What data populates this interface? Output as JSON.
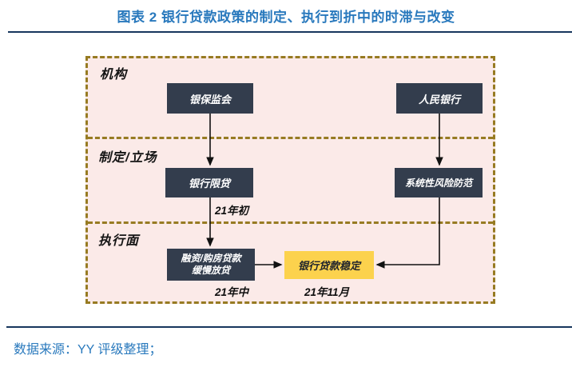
{
  "title": "图表 2 银行贷款政策的制定、执行到折中的时滞与改变",
  "colors": {
    "title_blue": "#2979BD",
    "rule_navy": "#17365D",
    "diagram_background": "#FBEAE8",
    "dashed_border_gold": "#977B22",
    "node_dark": "#333D4D",
    "node_dark_text": "#FFFFFF",
    "highlight_yellow": "#FCD24D",
    "arrow_black": "#111111"
  },
  "diagram": {
    "rows": [
      {
        "label": "机构"
      },
      {
        "label": "制定/立场"
      },
      {
        "label": "执行面"
      }
    ],
    "nodes": {
      "cbirc": "银保监会",
      "pboc": "人民银行",
      "loan_restriction": "银行限贷",
      "systemic_risk": "系统性风险防范",
      "slow_lending_line1": "融资/购房贷款",
      "slow_lending_line2": "缓慢放贷",
      "loan_stable": "银行贷款稳定"
    },
    "time_labels": {
      "early_2021": "21年初",
      "mid_2021": "21年中",
      "nov_2021": "21年11月"
    }
  },
  "footer": {
    "source": "数据来源：YY 评级整理；"
  }
}
